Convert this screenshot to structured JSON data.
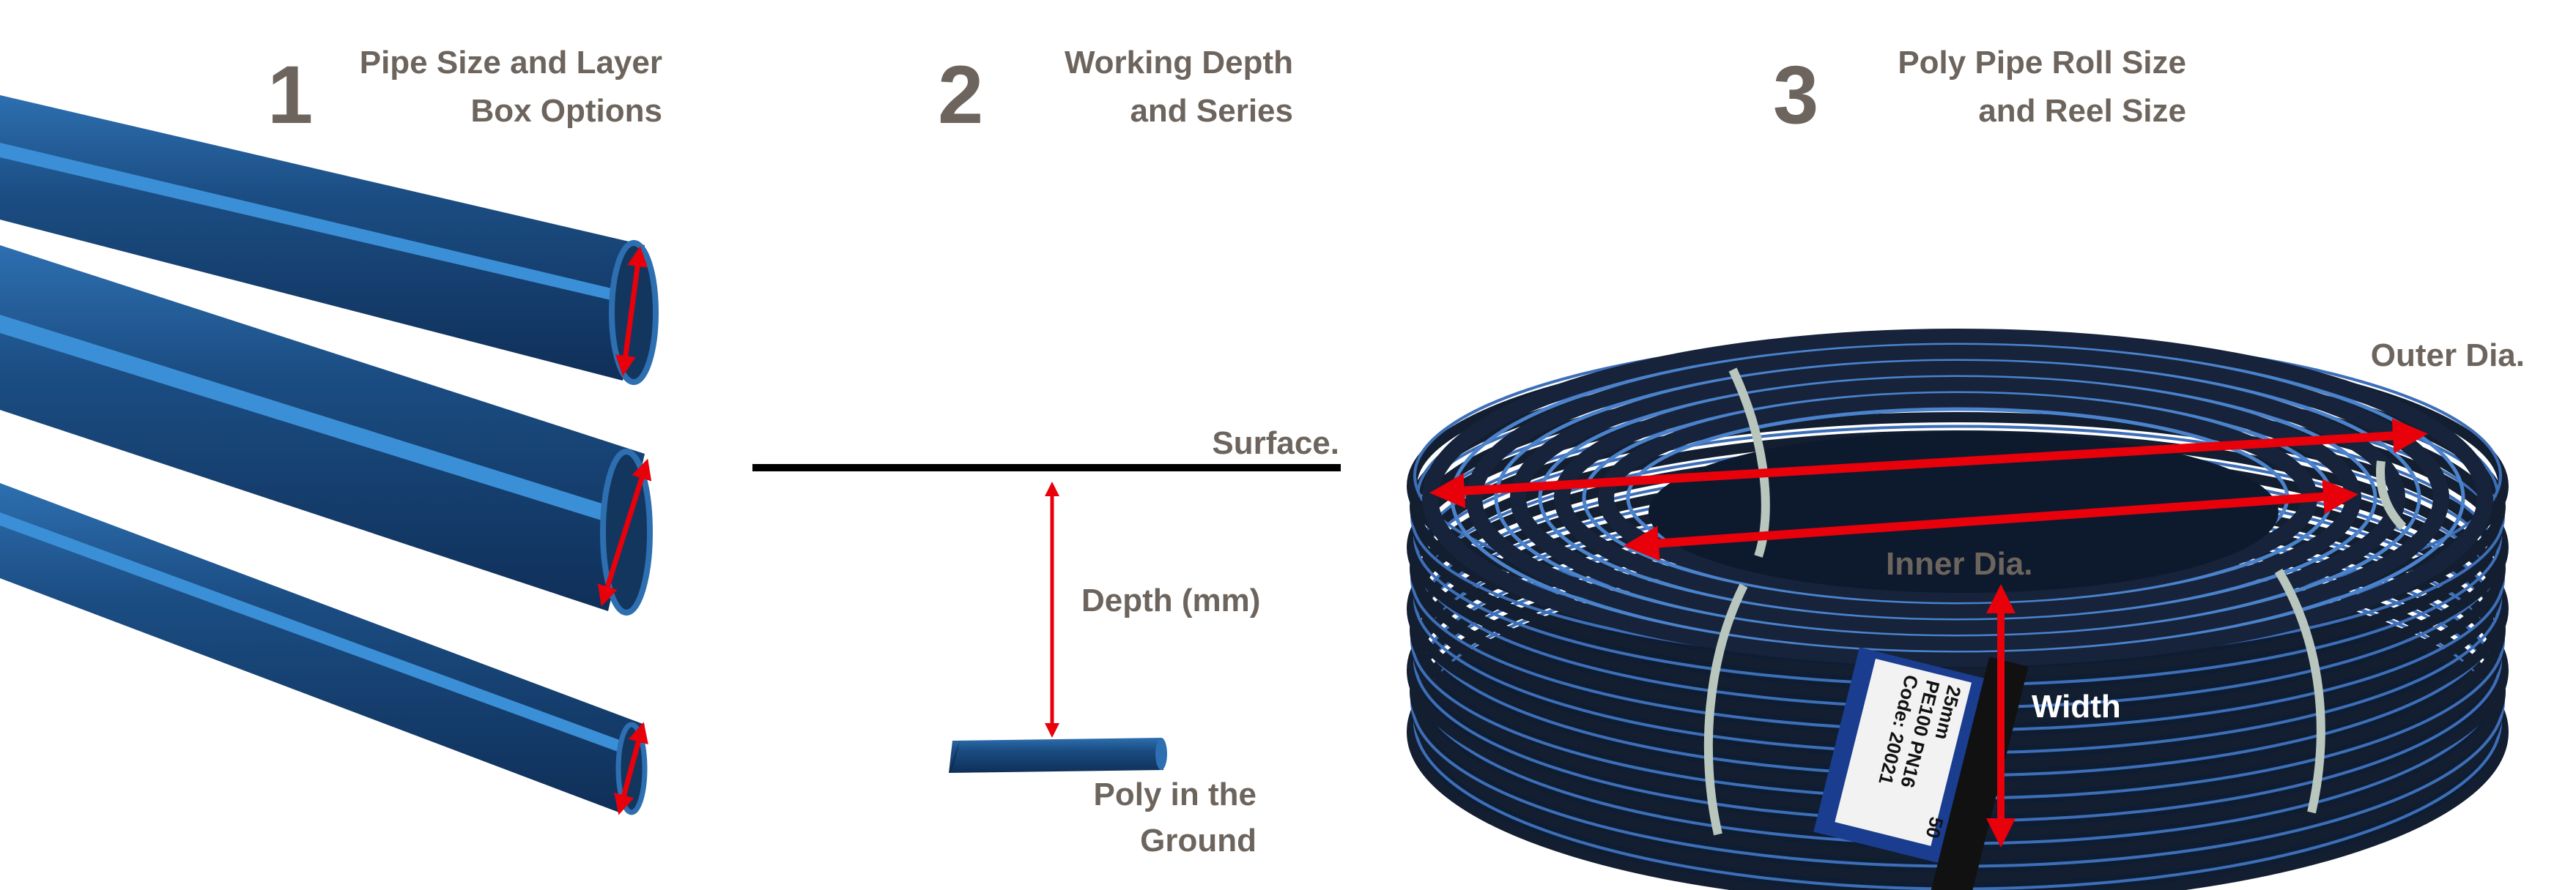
{
  "sections": [
    {
      "number": "1",
      "title_line1": "Pipe Size and Layer",
      "title_line2": "Box Options"
    },
    {
      "number": "2",
      "title_line1": "Working Depth",
      "title_line2": "and Series"
    },
    {
      "number": "3",
      "title_line1": "Poly Pipe Roll Size",
      "title_line2": "and Reel Size"
    }
  ],
  "depth_diagram": {
    "surface_label": "Surface.",
    "depth_label": "Depth (mm)",
    "pipe_label_line1": "Poly in the",
    "pipe_label_line2": "Ground"
  },
  "roll_diagram": {
    "outer_label": "Outer Dia.",
    "inner_label": "Inner Dia.",
    "width_label": "Width",
    "tag_lines": [
      "25mm",
      "PE100  PN16",
      "Code: 20021",
      "50"
    ]
  },
  "colors": {
    "text": "#6d655d",
    "arrow": "#e8000b",
    "pipe": "#1c4f86",
    "stripe": "#3b8fd6"
  }
}
